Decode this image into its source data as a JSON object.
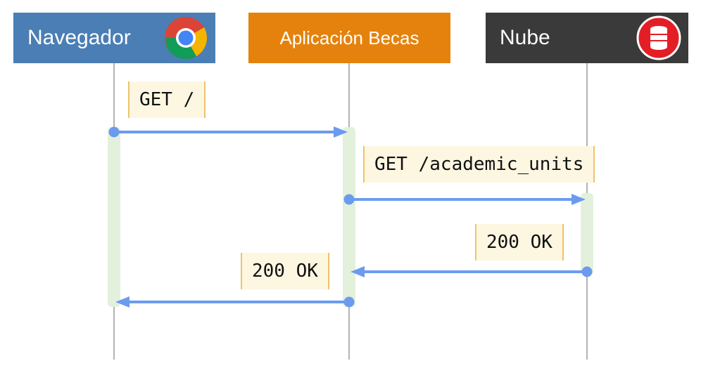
{
  "participants": [
    {
      "name": "Navegador",
      "icon": "chrome-icon",
      "color": "#4a7eb5"
    },
    {
      "name": "Aplicación Becas",
      "color": "#e5820d"
    },
    {
      "name": "Nube",
      "icon": "database-icon",
      "color": "#3a3a3a"
    }
  ],
  "messages": [
    {
      "label": "GET /",
      "from": "Navegador",
      "to": "Aplicación Becas"
    },
    {
      "label": "GET /academic_units",
      "from": "Aplicación Becas",
      "to": "Nube"
    },
    {
      "label": "200 OK",
      "from": "Nube",
      "to": "Aplicación Becas"
    },
    {
      "label": "200 OK",
      "from": "Aplicación Becas",
      "to": "Navegador"
    }
  ],
  "colors": {
    "arrow": "#6b9bef",
    "activation": "#e3f1dc",
    "lifeline": "#9a9a9a",
    "note_bg": "#fdf7e2",
    "note_border": "#f0c26a"
  }
}
